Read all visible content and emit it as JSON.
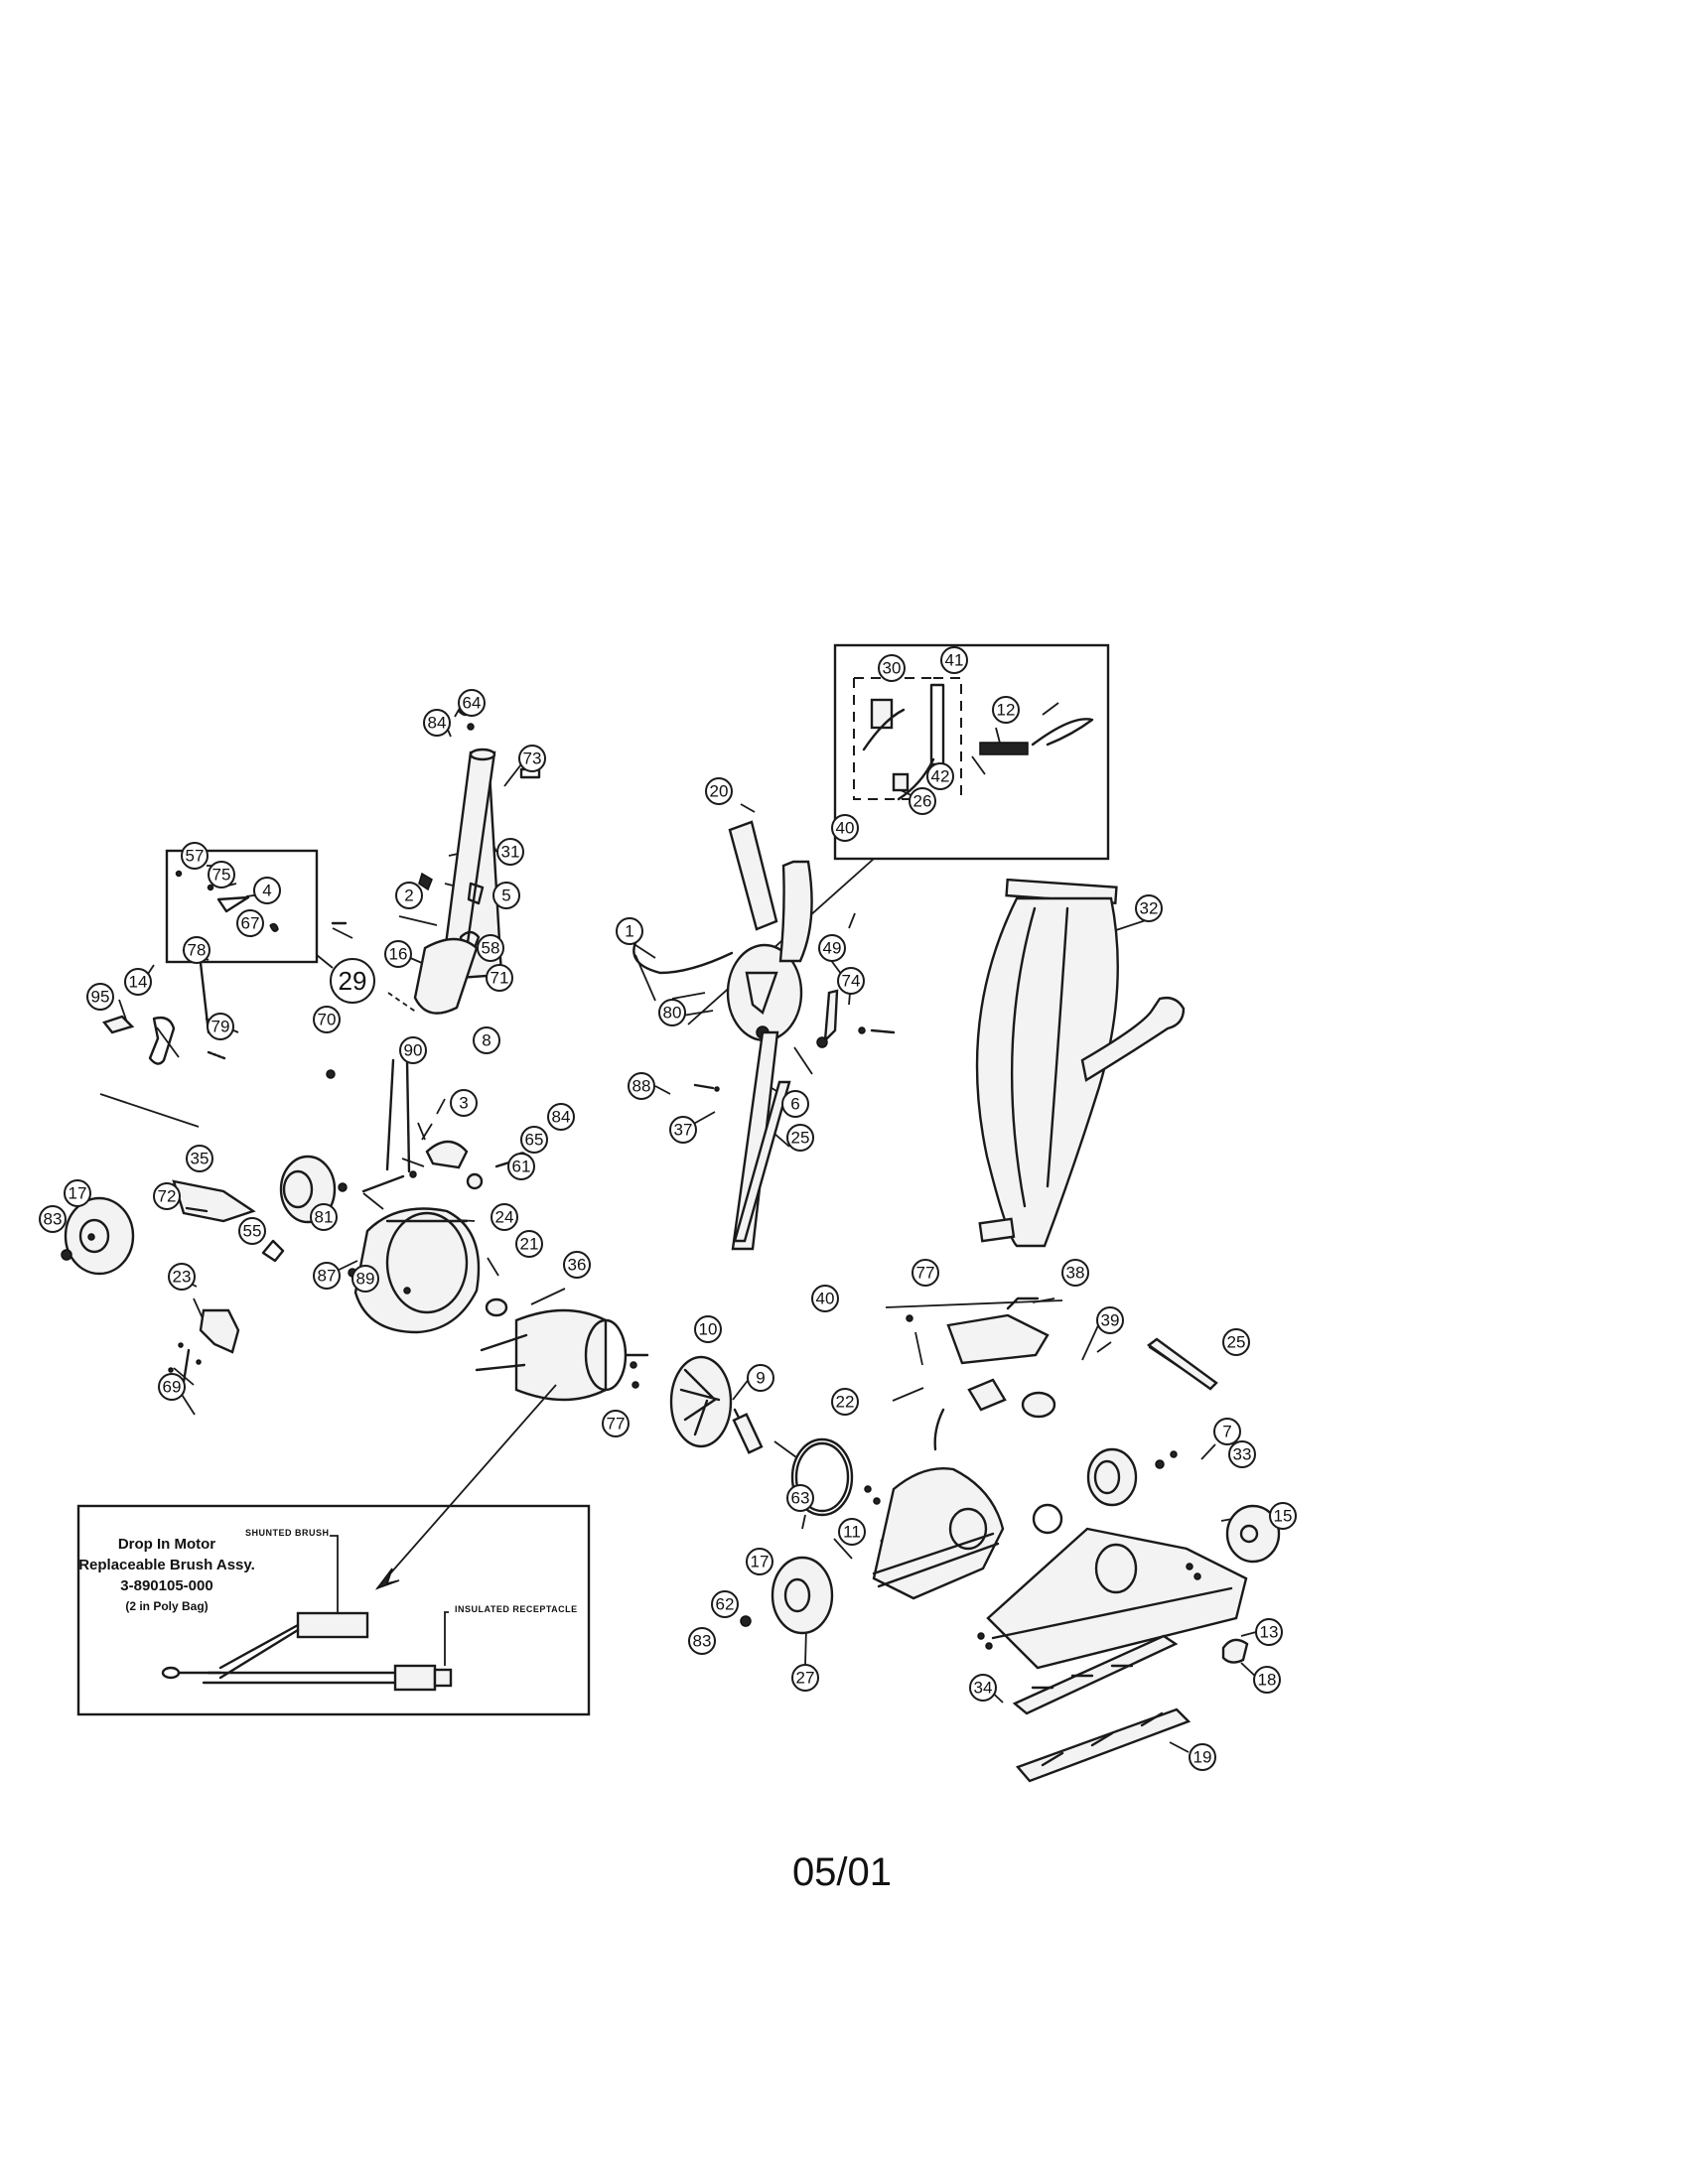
{
  "inset": {
    "line1": "Drop In Motor",
    "line2": "Replaceable Brush Assy.",
    "line3": "3-890105-000",
    "line4": "(2 in Poly Bag)",
    "label_shunted": "SHUNTED BRUSH",
    "label_receptacle": "INSULATED RECEPTACLE"
  },
  "footer": {
    "date": "05/01"
  },
  "callouts": {
    "c64": "64",
    "c84a": "84",
    "c73": "73",
    "c31": "31",
    "c2": "2",
    "c5": "5",
    "c16": "16",
    "c58": "58",
    "c71": "71",
    "c57": "57",
    "c75": "75",
    "c4": "4",
    "c67": "67",
    "c29": "29",
    "c70": "70",
    "c8": "8",
    "c78": "78",
    "c14": "14",
    "c95": "95",
    "c79": "79",
    "c90": "90",
    "c3": "3",
    "c84b": "84",
    "c65": "65",
    "c61": "61",
    "c35": "35",
    "c81": "81",
    "c72": "72",
    "c17a": "17",
    "c83a": "83",
    "c55": "55",
    "c24": "24",
    "c87": "87",
    "c89": "89",
    "c21": "21",
    "c36": "36",
    "c23": "23",
    "c69": "69",
    "c1": "1",
    "c20": "20",
    "c80": "80",
    "c88": "88",
    "c37": "37",
    "c6": "6",
    "c25a": "25",
    "c49": "49",
    "c74": "74",
    "c30": "30",
    "c41": "41",
    "c12": "12",
    "c42": "42",
    "c26": "26",
    "c40a": "40",
    "c32": "32",
    "c77a": "77",
    "c10": "10",
    "c9": "9",
    "c22": "22",
    "c63": "63",
    "c11": "11",
    "c40b": "40",
    "c77b": "77",
    "c38": "38",
    "c39": "39",
    "c25b": "25",
    "c7": "7",
    "c33": "33",
    "c15": "15",
    "c17b": "17",
    "c62": "62",
    "c83b": "83",
    "c27": "27",
    "c13": "13",
    "c18": "18",
    "c34": "34",
    "c19": "19"
  }
}
